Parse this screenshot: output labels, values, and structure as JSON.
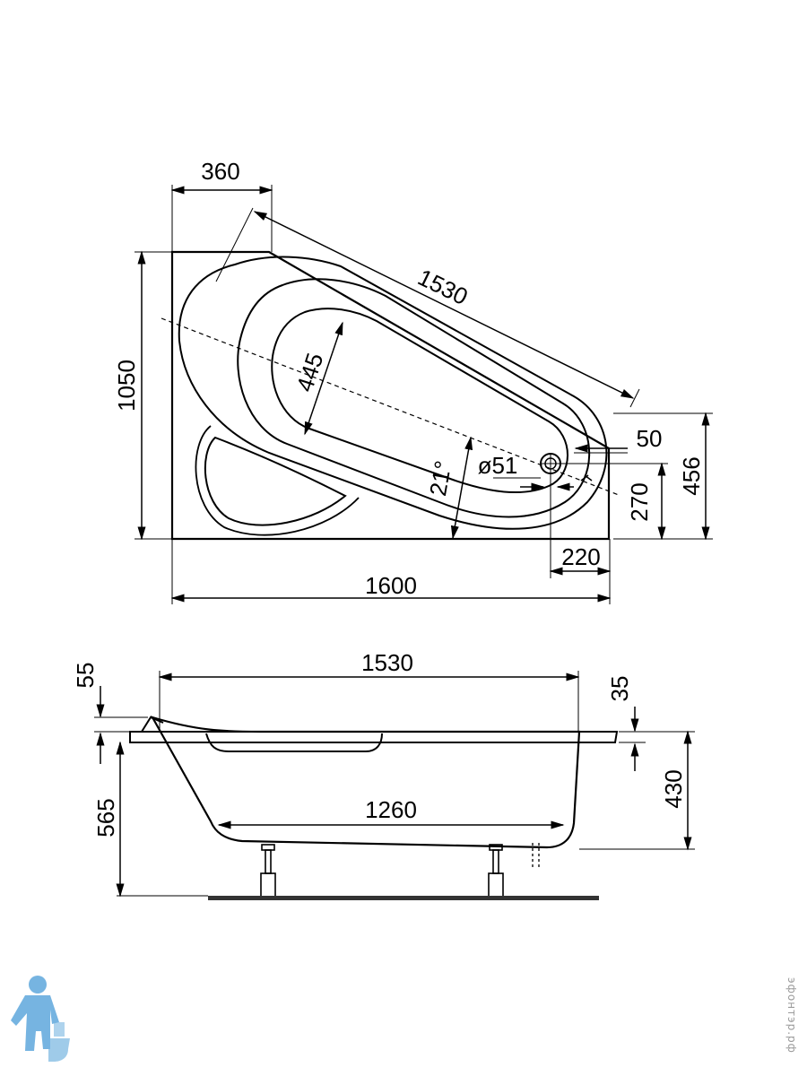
{
  "top_view": {
    "dims": {
      "width_360": "360",
      "diagonal_1530": "1530",
      "height_1050": "1050",
      "inner_445": "445",
      "angle_21": "21°",
      "drain_diam": "ø51",
      "offset_50": "50",
      "height_456": "456",
      "height_270": "270",
      "offset_220": "220",
      "length_1600": "1600"
    }
  },
  "side_view": {
    "dims": {
      "top_1530": "1530",
      "rim_55": "55",
      "rim_35": "35",
      "height_565": "565",
      "depth_430": "430",
      "bottom_1260": "1260"
    }
  },
  "watermark": {
    "site": "эфонтэр.рф",
    "colors": {
      "figure": "#5fa8dc",
      "text": "#9a9a9a"
    }
  }
}
